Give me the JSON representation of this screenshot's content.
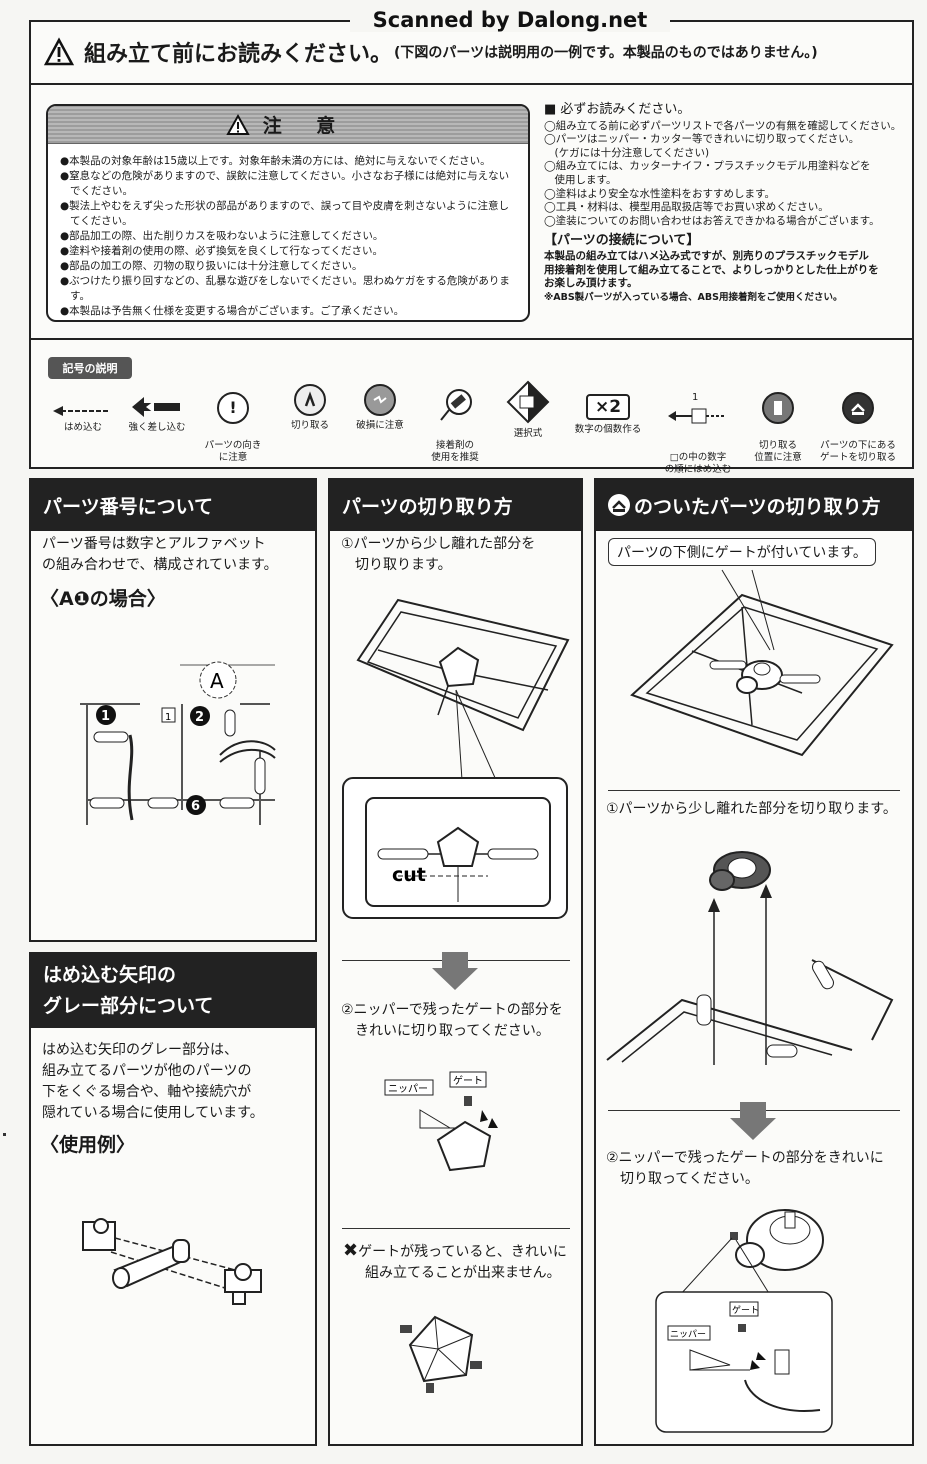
{
  "watermark": "Scanned by Dalong.net",
  "header": {
    "title": "組み立て前にお読みください。",
    "subtitle": "(下図のパーツは説明用の一例です。本製品のものではありません。)"
  },
  "caution": {
    "title": "注 意",
    "items": [
      "●本製品の対象年齢は15歳以上です。対象年齢未満の方には、絶対に与えないでください。",
      "●窒息などの危険がありますので、誤飲に注意してください。小さなお子様には絶対に与えないでください。",
      "●製法上やむをえず尖った形状の部品がありますので、誤って目や皮膚を刺さないように注意してください。",
      "●部品加工の際、出た削りカスを吸わないように注意してください。",
      "●塗料や接着剤の使用の際、必ず換気を良くして行なってください。",
      "●部品の加工の際、刃物の取り扱いには十分注意してください。",
      "●ぶつけたり振り回すなどの、乱暴な遊びをしないでください。思わぬケガをする危険があります。",
      "●本製品は予告無く仕様を変更する場合がございます。ご了承ください。"
    ]
  },
  "notes": {
    "heading": "■ 必ずお読みください。",
    "items": [
      "◯組み立てる前に必ずパーツリストで各パーツの有無を確認してください。",
      "◯パーツはニッパー・カッター等できれいに切り取ってください。",
      "　(ケガには十分注意してください)",
      "◯組み立てには、カッターナイフ・プラスチックモデル用塗料などを",
      "　使用します。",
      "◯塗料はより安全な水性塗料をおすすめします。",
      "◯工具・材料は、模型用品取扱店等でお買い求めください。",
      "◯塗装についてのお問い合わせはお答えできかねる場合がございます。"
    ],
    "connect_heading": "【パーツの接続について】",
    "connect_lines": [
      "本製品の組み立てはハメ込み式ですが、別売りのプラスチックモデル",
      "用接着剤を使用して組み立てることで、よりしっかりとした仕上がりを",
      "お楽しみ頂けます。"
    ],
    "abs_note": "※ABS製パーツが入っている場合、ABS用接着剤をご使用ください。"
  },
  "symbols": {
    "tag": "記号の説明",
    "items": [
      {
        "label": "はめ込む",
        "icon": "thin-arrow-left-icon"
      },
      {
        "label": "強く差し込む",
        "icon": "double-arrow-left-icon"
      },
      {
        "label": "パーツの向き\nに注意",
        "icon": "exclamation-circle-icon"
      },
      {
        "label": "切り取る",
        "icon": "cut-circle-icon"
      },
      {
        "label": "破損に注意",
        "icon": "break-circle-icon"
      },
      {
        "label": "接着剤の\n使用を推奨",
        "icon": "glue-icon"
      },
      {
        "label": "選択式",
        "icon": "choice-diamond-icon"
      },
      {
        "label": "数字の個数作る",
        "icon": "multiply-box-icon",
        "badge": "×2"
      },
      {
        "label": "□の中の数字\nの順にはめ込む",
        "icon": "numbered-arrow-icon",
        "badge": "1"
      },
      {
        "label": "切り取る\n位置に注意",
        "icon": "cut-position-circle-icon"
      },
      {
        "label": "パーツの下にある\nゲートを切り取る",
        "icon": "under-gate-circle-icon"
      }
    ]
  },
  "panel_numbers": {
    "title": "パーツ番号について",
    "text": [
      "パーツ番号は数字とアルファベット",
      "の組み合わせで、構成されています。"
    ],
    "example": "〈A❶の場合〉",
    "runner_letter": "A",
    "labels": [
      "1",
      "2",
      "6"
    ],
    "box_label": "1"
  },
  "panel_gray": {
    "title_lines": [
      "はめ込む矢印の",
      "グレー部分について"
    ],
    "text": [
      "はめ込む矢印のグレー部分は、",
      "組み立てるパーツが他のパーツの",
      "下をくぐる場合や、軸や接続穴が",
      "隠れている場合に使用しています。"
    ],
    "example": "〈使用例〉"
  },
  "panel_cut": {
    "title": "パーツの切り取り方",
    "step1": [
      "①パーツから少し離れた部分を",
      "　切り取ります。"
    ],
    "cut_label": "cut",
    "step2": [
      "②ニッパーで残ったゲートの部分を",
      "　きれいに切り取ってください。"
    ],
    "nipper": "ニッパー",
    "gate": "ゲート",
    "bad": [
      "ゲートが残っていると、きれいに",
      "組み立てることが出来ません。"
    ]
  },
  "panel_under": {
    "title": "のついたパーツの切り取り方",
    "callout": "パーツの下側にゲートが付いています。",
    "step1": "①パーツから少し離れた部分を切り取ります。",
    "step2": [
      "②ニッパーで残ったゲートの部分をきれいに",
      "　切り取ってください。"
    ],
    "nipper": "ニッパー",
    "gate": "ゲート"
  }
}
